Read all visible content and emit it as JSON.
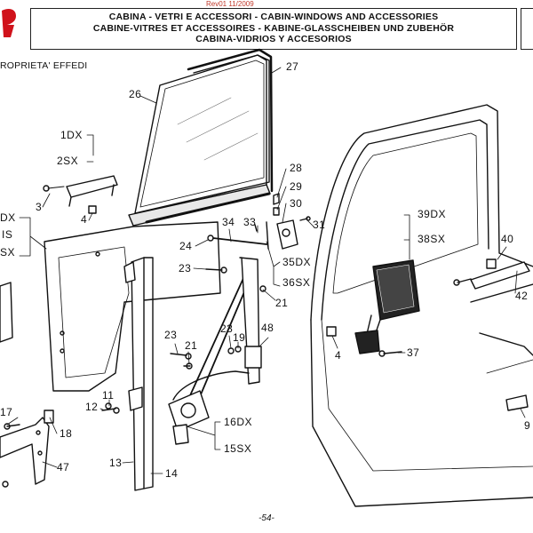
{
  "header": {
    "revision": "Rev01 11/2009",
    "title_lines": [
      "CABINA - VETRI E ACCESSORI - CABIN-WINDOWS AND ACCESSORIES",
      "CABINE-VITRES ET ACCESSOIRES - KABINE-GLASSCHEIBEN UND ZUBEHÖR",
      "CABINA-VIDRIOS Y ACCESORIOS"
    ]
  },
  "copyright": "ROPRIETA' EFFEDI",
  "page_number": "-54-",
  "callouts": {
    "c26": "26",
    "c27": "27",
    "c1dx": "1DX",
    "c2sx": "2SX",
    "c3": "3",
    "c4a": "4",
    "c28": "28",
    "c29": "29",
    "c30": "30",
    "c31": "31",
    "c34": "34",
    "c33": "33",
    "c24": "24",
    "c35dx": "35DX",
    "c36sx": "36SX",
    "c23a": "23",
    "c21a": "21",
    "c23b": "23",
    "c23c": "23",
    "c21b": "21",
    "c19": "19",
    "c48": "48",
    "c11": "11",
    "c12": "12",
    "c16dx": "16DX",
    "c15sx": "15SX",
    "c13": "13",
    "c14": "14",
    "c17": "17",
    "c18": "18",
    "c47": "47",
    "cdx": "DX",
    "cis": "IS",
    "csx": "SX",
    "c39dx": "39DX",
    "c38sx": "38SX",
    "c40": "40",
    "c42": "42",
    "c4b": "4",
    "c37": "37",
    "c9": "9"
  }
}
